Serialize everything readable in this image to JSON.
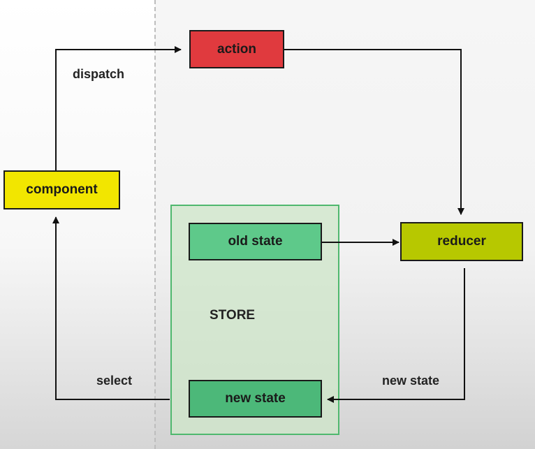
{
  "nodes": {
    "action": "action",
    "component": "component",
    "old_state": "old state",
    "new_state": "new state",
    "reducer": "reducer",
    "store": "STORE"
  },
  "edges": {
    "dispatch": "dispatch",
    "select": "select",
    "new_state": "new state"
  },
  "colors": {
    "action": "#e03a3e",
    "component": "#f2e600",
    "old_state": "#5ec98a",
    "new_state": "#4cb879",
    "reducer": "#b7c800",
    "store_border": "#4fb86e"
  }
}
